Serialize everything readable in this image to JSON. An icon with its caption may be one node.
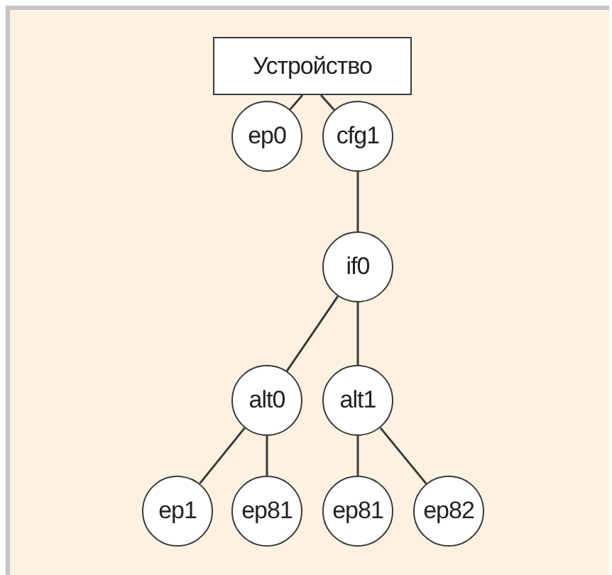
{
  "diagram": {
    "nodes": [
      {
        "text": [
          "Устройство"
        ]
      },
      {
        "text": [
          "ep0"
        ]
      },
      {
        "text": [
          "cfg1"
        ]
      },
      {
        "text": [
          "if0"
        ]
      },
      {
        "text": [
          "alt0"
        ]
      },
      {
        "text": [
          "alt1"
        ]
      },
      {
        "text": [
          "ep1"
        ]
      },
      {
        "text": [
          "ep81"
        ]
      },
      {
        "text": [
          "ep81"
        ]
      },
      {
        "text": [
          "ep82"
        ]
      }
    ],
    "edges": [
      {
        "from": 0,
        "to": 1,
        "arrow": "none"
      },
      {
        "from": 0,
        "to": 2,
        "arrow": "none"
      },
      {
        "from": 2,
        "to": 3,
        "arrow": "none"
      },
      {
        "from": 3,
        "to": 4,
        "arrow": "none"
      },
      {
        "from": 3,
        "to": 5,
        "arrow": "none"
      },
      {
        "from": 4,
        "to": 6,
        "arrow": "none"
      },
      {
        "from": 4,
        "to": 7,
        "arrow": "none"
      },
      {
        "from": 5,
        "to": 8,
        "arrow": "none"
      },
      {
        "from": 5,
        "to": 9,
        "arrow": "none"
      }
    ]
  }
}
